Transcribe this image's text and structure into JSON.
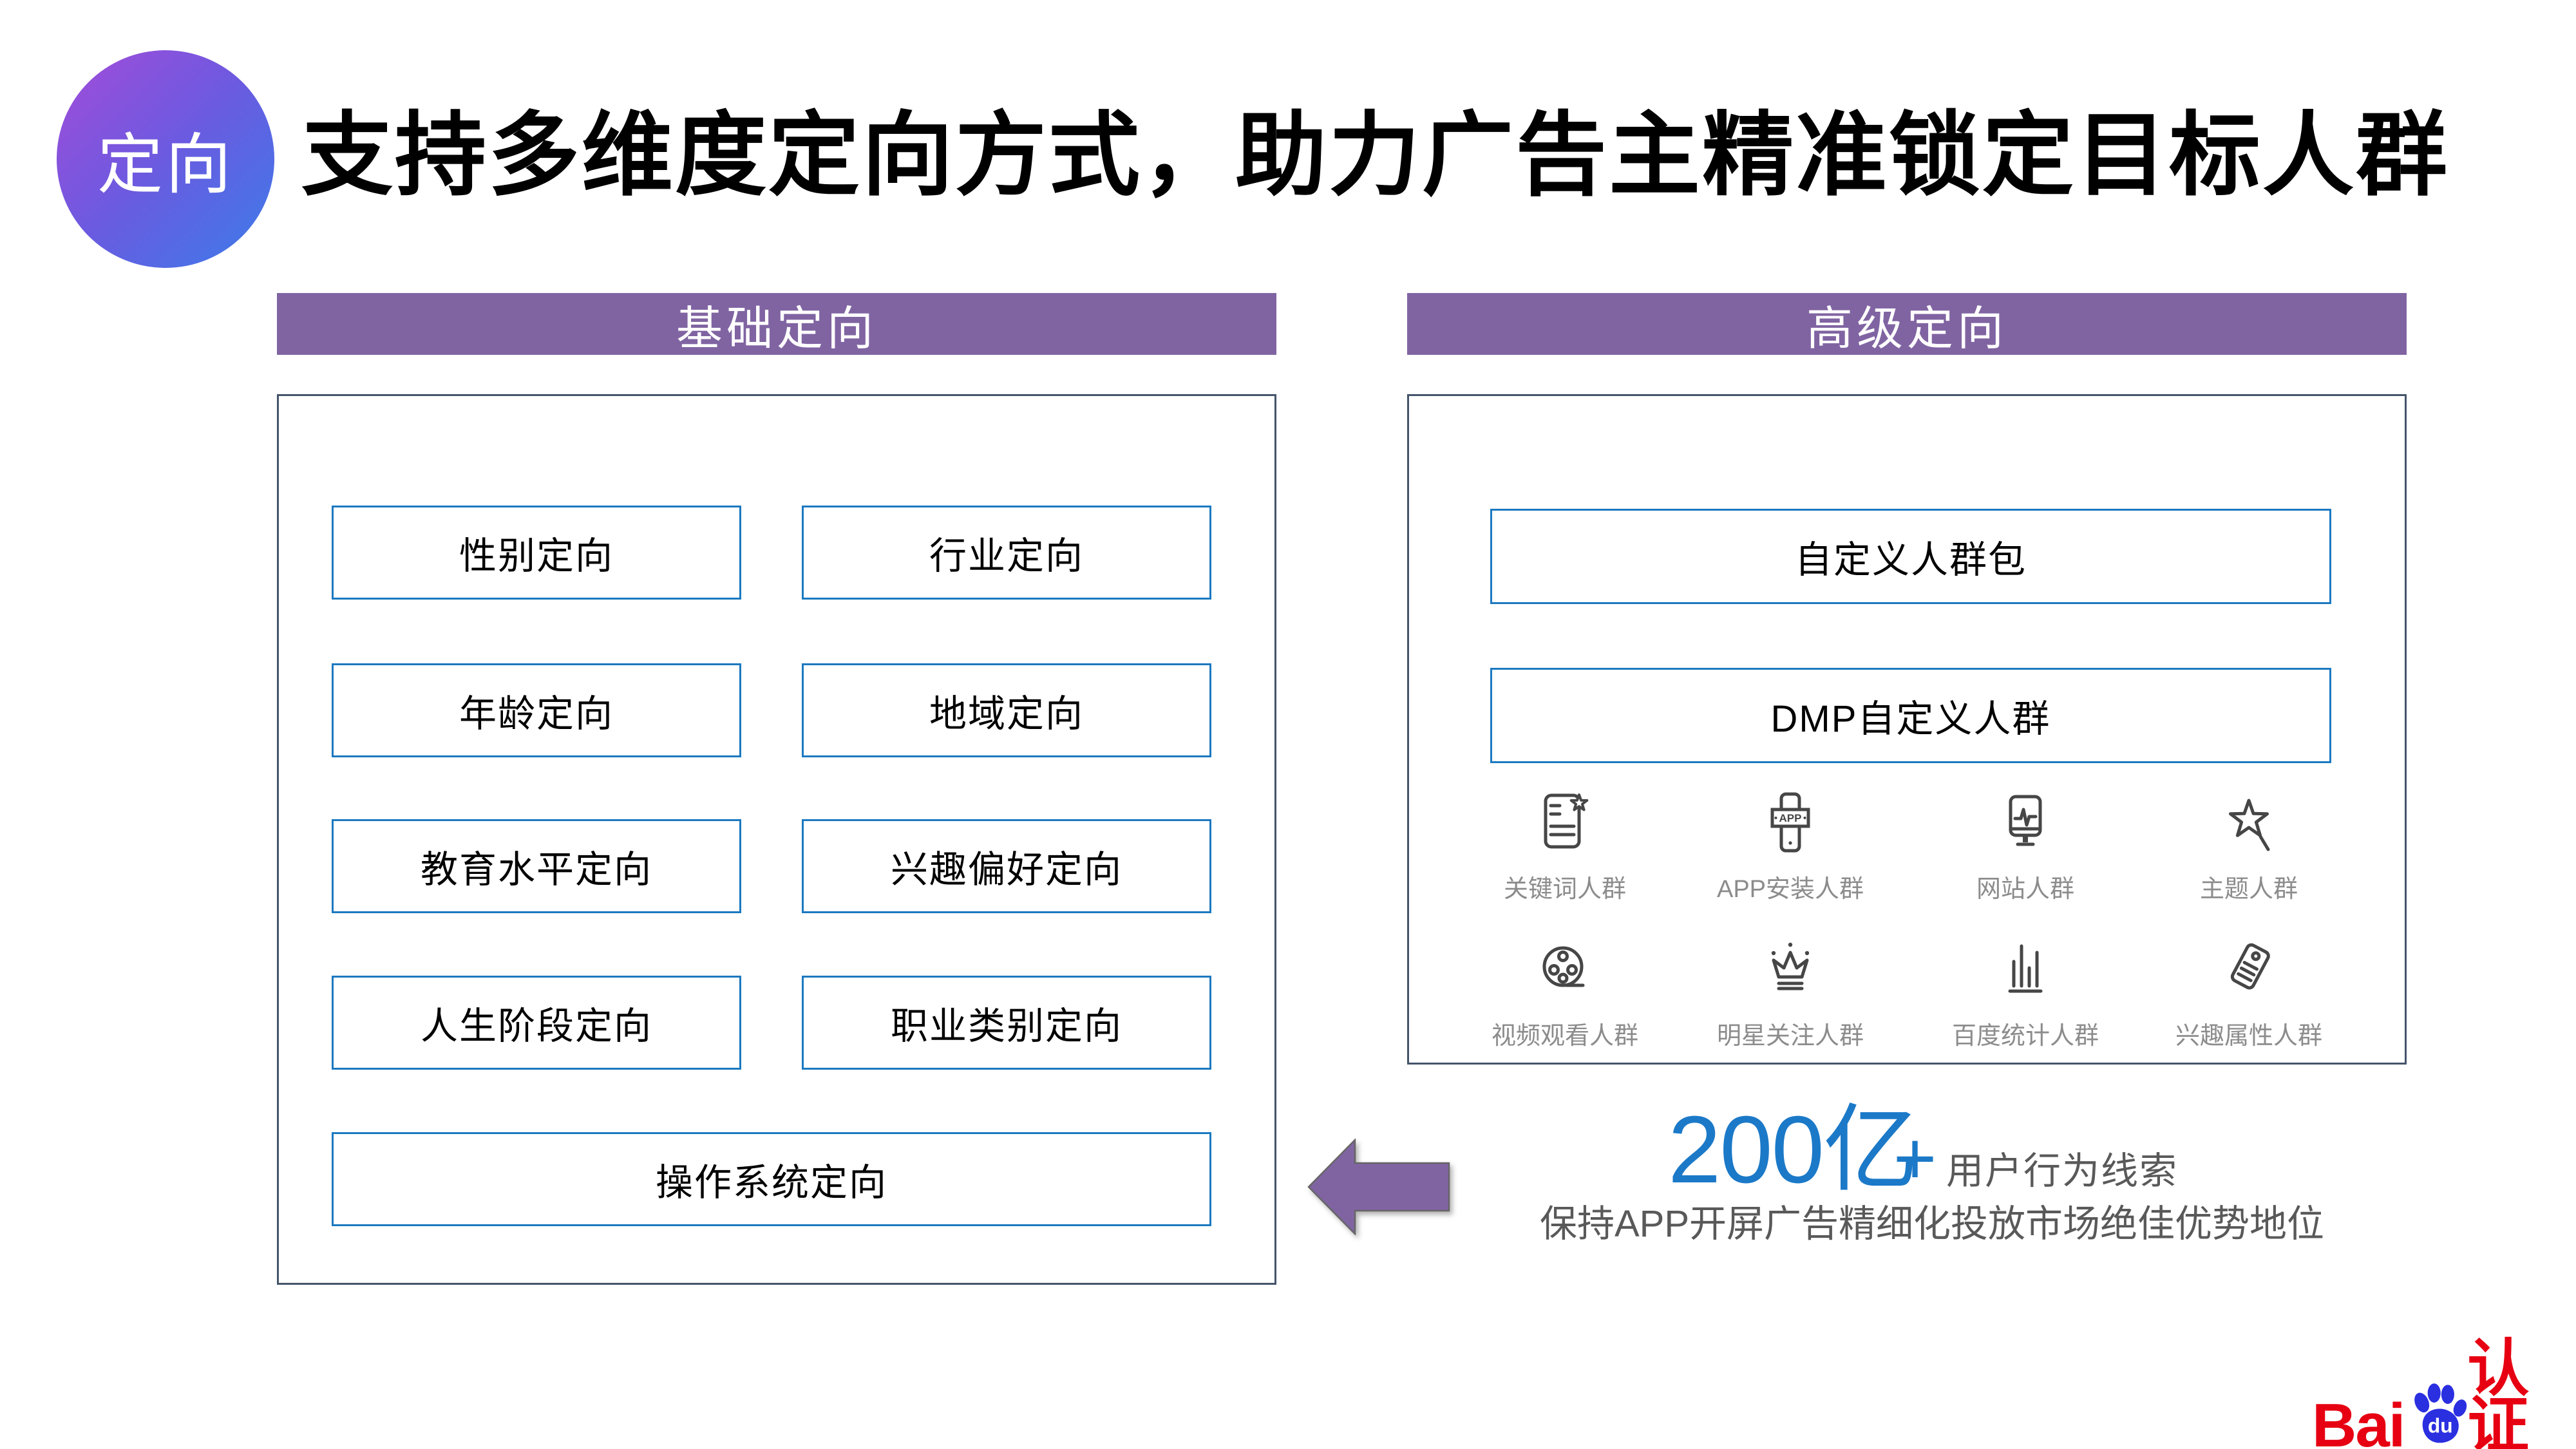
{
  "badge": {
    "label": "定向"
  },
  "title": "支持多维度定向方式，助力广告主精准锁定目标人群",
  "left_panel": {
    "header": "基础定向",
    "boxes": [
      "性别定向",
      "行业定向",
      "年龄定向",
      "地域定向",
      "教育水平定向",
      "兴趣偏好定向",
      "人生阶段定向",
      "职业类别定向",
      "操作系统定向"
    ]
  },
  "right_panel": {
    "header": "高级定向",
    "boxes": [
      "自定义人群包",
      "DMP自定义人群"
    ],
    "audience_icons": [
      {
        "icon": "document-star-icon",
        "label": "关键词人群"
      },
      {
        "icon": "phone-app-icon",
        "label": "APP安装人群",
        "icon_text": "APP"
      },
      {
        "icon": "monitor-pulse-icon",
        "label": "网站人群"
      },
      {
        "icon": "star-pencil-icon",
        "label": "主题人群"
      },
      {
        "icon": "film-reel-icon",
        "label": "视频观看人群"
      },
      {
        "icon": "crown-icon",
        "label": "明星关注人群"
      },
      {
        "icon": "bar-chart-icon",
        "label": "百度统计人群"
      },
      {
        "icon": "price-tag-icon",
        "label": "兴趣属性人群"
      }
    ]
  },
  "highlight": {
    "number": "200亿",
    "plus": "+",
    "suffix": "用户行为线索",
    "description": "保持APP开屏广告精细化投放市场绝佳优势地位"
  },
  "logo": {
    "part1": "Bai",
    "part2": "du",
    "part3": "认证"
  },
  "colors": {
    "header_purple": "#8064a2",
    "arrow_purple": "#8064a2",
    "box_border_blue": "#1c79c0",
    "panel_border": "#44546a",
    "number_blue": "#1b79c8",
    "text_gray": "#595959",
    "icon_label_gray": "#8c8c8c",
    "badge_gradient_start": "#a44bd9",
    "badge_gradient_end": "#3b7cea",
    "baidu_red": "#e60012",
    "baidu_blue": "#2a2fe0"
  }
}
